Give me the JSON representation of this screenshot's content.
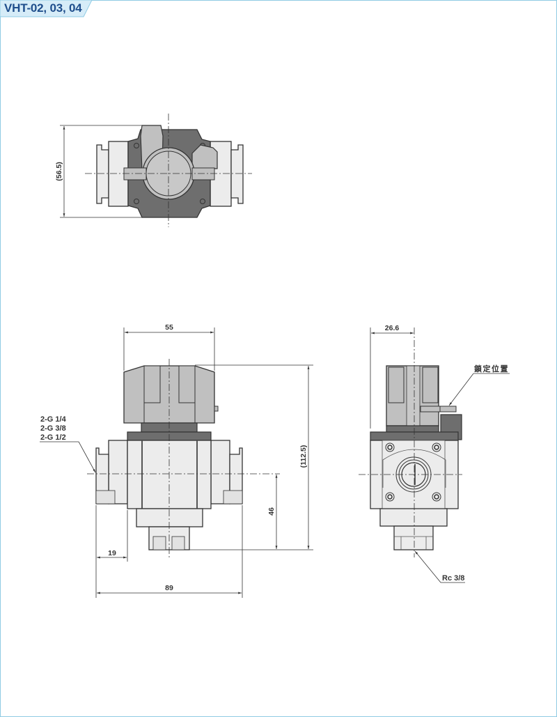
{
  "header": {
    "title": "VHT-02, 03, 04"
  },
  "colors": {
    "frame_border": "#8fcbe4",
    "tab_fill": "#d6ecf8",
    "title_text": "#1f4e8c",
    "body_dark": "#6e6e6e",
    "body_mid": "#c0c0c0",
    "body_light": "#ececec",
    "line": "#333333"
  },
  "top_view": {
    "height_dim": "(56.5)"
  },
  "front_view": {
    "width_top_dim": "55",
    "overall_height_dim": "(112.5)",
    "center_height_dim": "46",
    "port_depth_dim": "19",
    "overall_width_dim": "89",
    "port_labels": [
      "2-G 1/4",
      "2-G 3/8",
      "2-G 1/2"
    ]
  },
  "side_view": {
    "offset_dim": "26.6",
    "lock_position_label": "鎖定位置",
    "drain_port_label": "Rc 3/8"
  }
}
